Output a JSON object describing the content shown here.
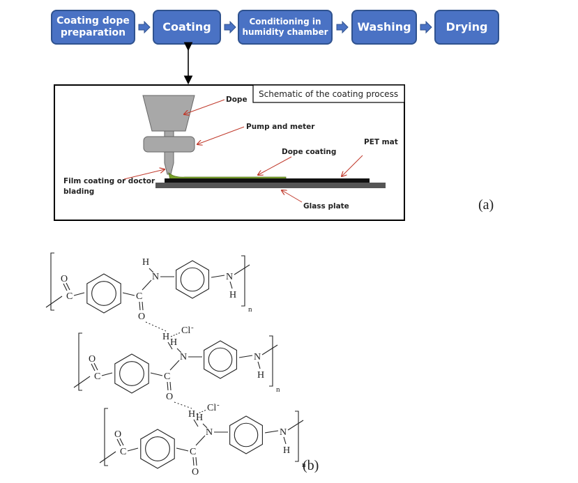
{
  "flow": {
    "steps": [
      {
        "line1": "Coating dope",
        "line2": "preparation"
      },
      {
        "line1": "Coating",
        "line2": ""
      },
      {
        "line1": "Conditioning in",
        "line2": "humidity chamber"
      },
      {
        "line1": "Washing",
        "line2": ""
      },
      {
        "line1": "Drying",
        "line2": ""
      }
    ],
    "box_color": "#4a72c4",
    "border_color": "#2f528f"
  },
  "schematic": {
    "title": "Schematic of the coating process",
    "labels": {
      "dope": "Dope",
      "pump": "Pump and meter",
      "dope_coating": "Dope coating",
      "pet_mat": "PET mat",
      "film_line1": "Film coating or doctor",
      "film_line2": "blading",
      "glass": "Glass plate"
    },
    "arrow_color": "#c0392b",
    "coating_color": "#7aa22b"
  },
  "panels": {
    "a": "(a)",
    "b": "(b)"
  },
  "chemistry": {
    "carbon": "C",
    "oxygen": "O",
    "nitrogen": "N",
    "hydrogen": "H",
    "chloride": "Cl",
    "chloride_charge": "-",
    "repeat": "n"
  }
}
